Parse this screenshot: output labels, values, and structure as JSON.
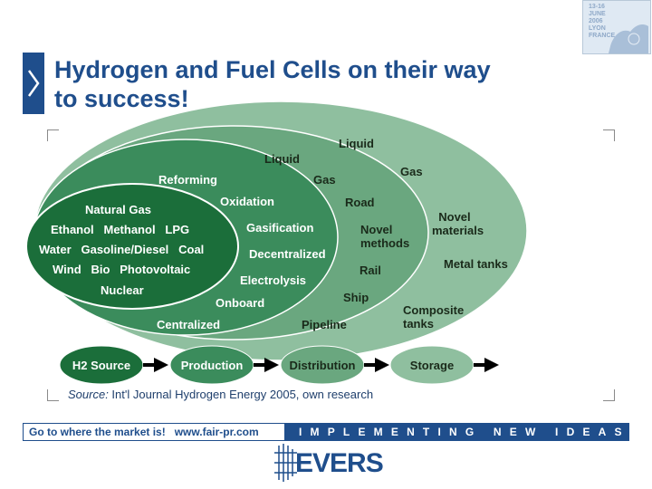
{
  "title": {
    "line1": "Hydrogen and Fuel Cells on their way",
    "line2": "to success!"
  },
  "badge": {
    "text": "13-16\nJUNE\n2006\nLYON\nFRANCE"
  },
  "diagram": {
    "source_labels": [
      "Natural Gas",
      "Ethanol   Methanol   LPG",
      "Water   Gasoline/Diesel   Coal",
      "Wind   Bio   Photovoltaic",
      "Nuclear"
    ],
    "production_labels": [
      "Reforming",
      "Oxidation",
      "Gasification",
      "Decentralized",
      "Electrolysis",
      "Onboard",
      "Centralized"
    ],
    "distribution_labels": {
      "liquid": "Liquid",
      "gas": "Gas",
      "road": "Road",
      "novel_methods": "Novel\nmethods",
      "rail": "Rail",
      "ship": "Ship",
      "pipeline": "Pipeline"
    },
    "storage_labels": {
      "liquid": "Liquid",
      "gas": "Gas",
      "novel_materials": "Novel\nmaterials",
      "metal_tanks": "Metal tanks",
      "composite_tanks": "Composite\ntanks"
    },
    "stages": [
      "H2 Source",
      "Production",
      "Distribution",
      "Storage"
    ],
    "colors": {
      "storage": "#8fbf9f",
      "distribution": "#6aa77f",
      "production": "#3b8c5c",
      "source": "#1b6e3a"
    }
  },
  "source": {
    "label": "Source:",
    "text": " Int'l Journal Hydrogen Energy 2005, own research"
  },
  "footer": {
    "left": "Go to where the market is!   www.fair-pr.com",
    "right": "IMPLEMENTING NEW IDEAS"
  },
  "logo": {
    "text": "EVERS"
  }
}
